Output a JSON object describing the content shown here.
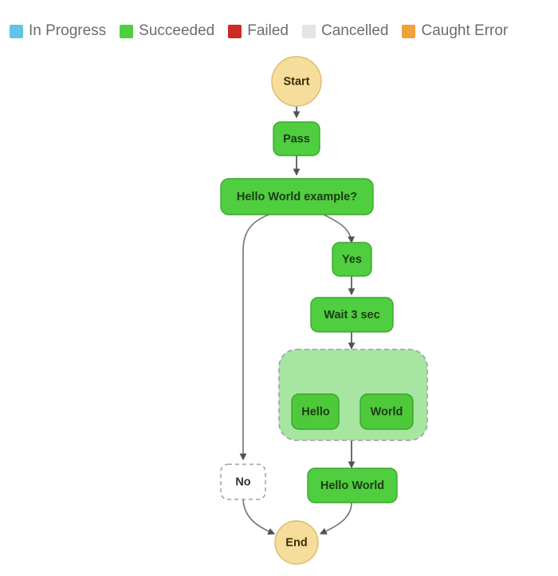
{
  "legend": {
    "items": [
      {
        "label": "In Progress",
        "color": "#62c4e3",
        "name": "legend-in-progress"
      },
      {
        "label": "Succeeded",
        "color": "#4fce3f",
        "name": "legend-succeeded"
      },
      {
        "label": "Failed",
        "color": "#cc2b28",
        "name": "legend-failed"
      },
      {
        "label": "Cancelled",
        "color": "#e4e4e4",
        "name": "legend-cancelled"
      },
      {
        "label": "Caught Error",
        "color": "#eda23a",
        "name": "legend-caught-error"
      }
    ]
  },
  "graph": {
    "nodes": {
      "start": {
        "label": "Start",
        "state": "Caught Error",
        "shape": "circle"
      },
      "pass": {
        "label": "Pass",
        "state": "Succeeded",
        "shape": "rect"
      },
      "choice": {
        "label": "Hello World example?",
        "state": "Succeeded",
        "shape": "rect"
      },
      "yes": {
        "label": "Yes",
        "state": "Succeeded",
        "shape": "rect"
      },
      "wait": {
        "label": "Wait 3 sec",
        "state": "Succeeded",
        "shape": "rect"
      },
      "parallel": {
        "label": "",
        "state": "Succeeded",
        "shape": "group"
      },
      "hello": {
        "label": "Hello",
        "state": "Succeeded",
        "shape": "rect"
      },
      "world": {
        "label": "World",
        "state": "Succeeded",
        "shape": "rect"
      },
      "helloworld": {
        "label": "Hello World",
        "state": "Succeeded",
        "shape": "rect"
      },
      "no": {
        "label": "No",
        "state": "Not Started",
        "shape": "rect"
      },
      "end": {
        "label": "End",
        "state": "Caught Error",
        "shape": "circle"
      }
    },
    "edges": [
      {
        "from": "start",
        "to": "pass"
      },
      {
        "from": "pass",
        "to": "choice"
      },
      {
        "from": "choice",
        "to": "no"
      },
      {
        "from": "choice",
        "to": "yes"
      },
      {
        "from": "yes",
        "to": "wait"
      },
      {
        "from": "wait",
        "to": "parallel"
      },
      {
        "from": "parallel",
        "to": "hello"
      },
      {
        "from": "parallel",
        "to": "world"
      },
      {
        "from": "parallel",
        "to": "helloworld"
      },
      {
        "from": "no",
        "to": "end"
      },
      {
        "from": "helloworld",
        "to": "end"
      }
    ]
  }
}
